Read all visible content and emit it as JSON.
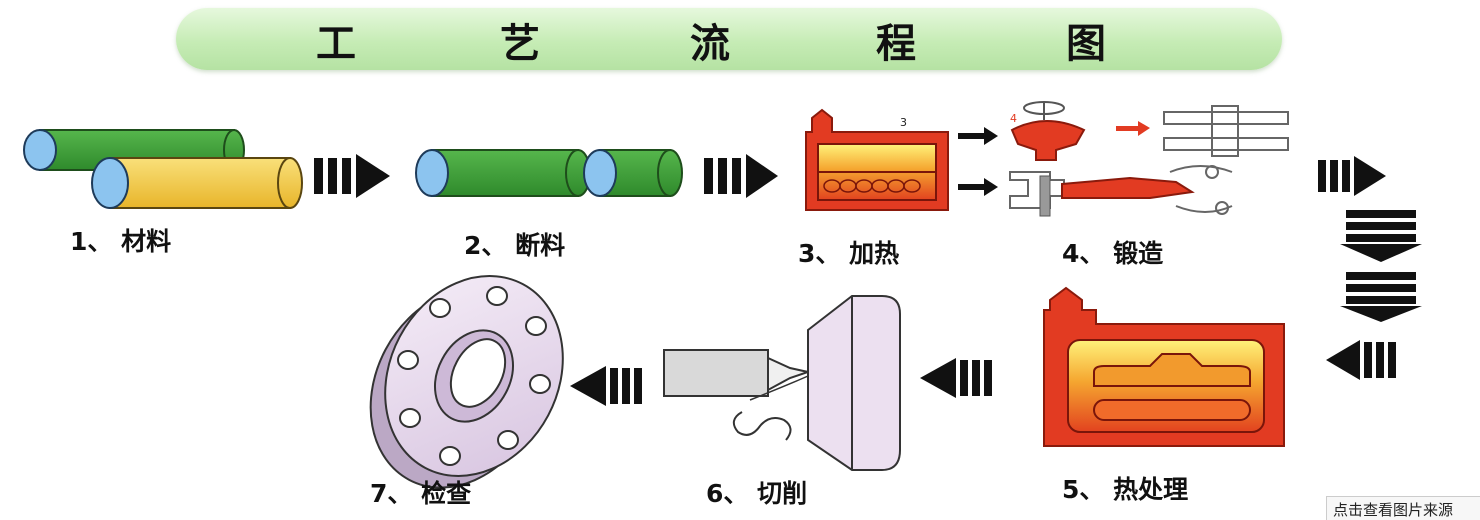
{
  "title": {
    "chars": [
      "工",
      "艺",
      "流",
      "程",
      "图"
    ]
  },
  "steps": [
    {
      "num": "1、",
      "label": "材料"
    },
    {
      "num": "2、",
      "label": "断料"
    },
    {
      "num": "3、",
      "label": "加热"
    },
    {
      "num": "4、",
      "label": "锻造"
    },
    {
      "num": "5、",
      "label": "热处理"
    },
    {
      "num": "6、",
      "label": "切削"
    },
    {
      "num": "7、",
      "label": "检查"
    }
  ],
  "furnace_small_mark": "3",
  "forge_small_mark": "4",
  "corner_caption": "点击查看图片来源",
  "colors": {
    "rod_green": "#3f9e3a",
    "rod_yellow": "#f0c940",
    "rod_end_blue": "#8cc4ef",
    "furnace_red": "#e23b22",
    "arrow_black": "#111111",
    "flange_pink": "#e8d9ee",
    "banner_green": "#c6ecb5"
  }
}
